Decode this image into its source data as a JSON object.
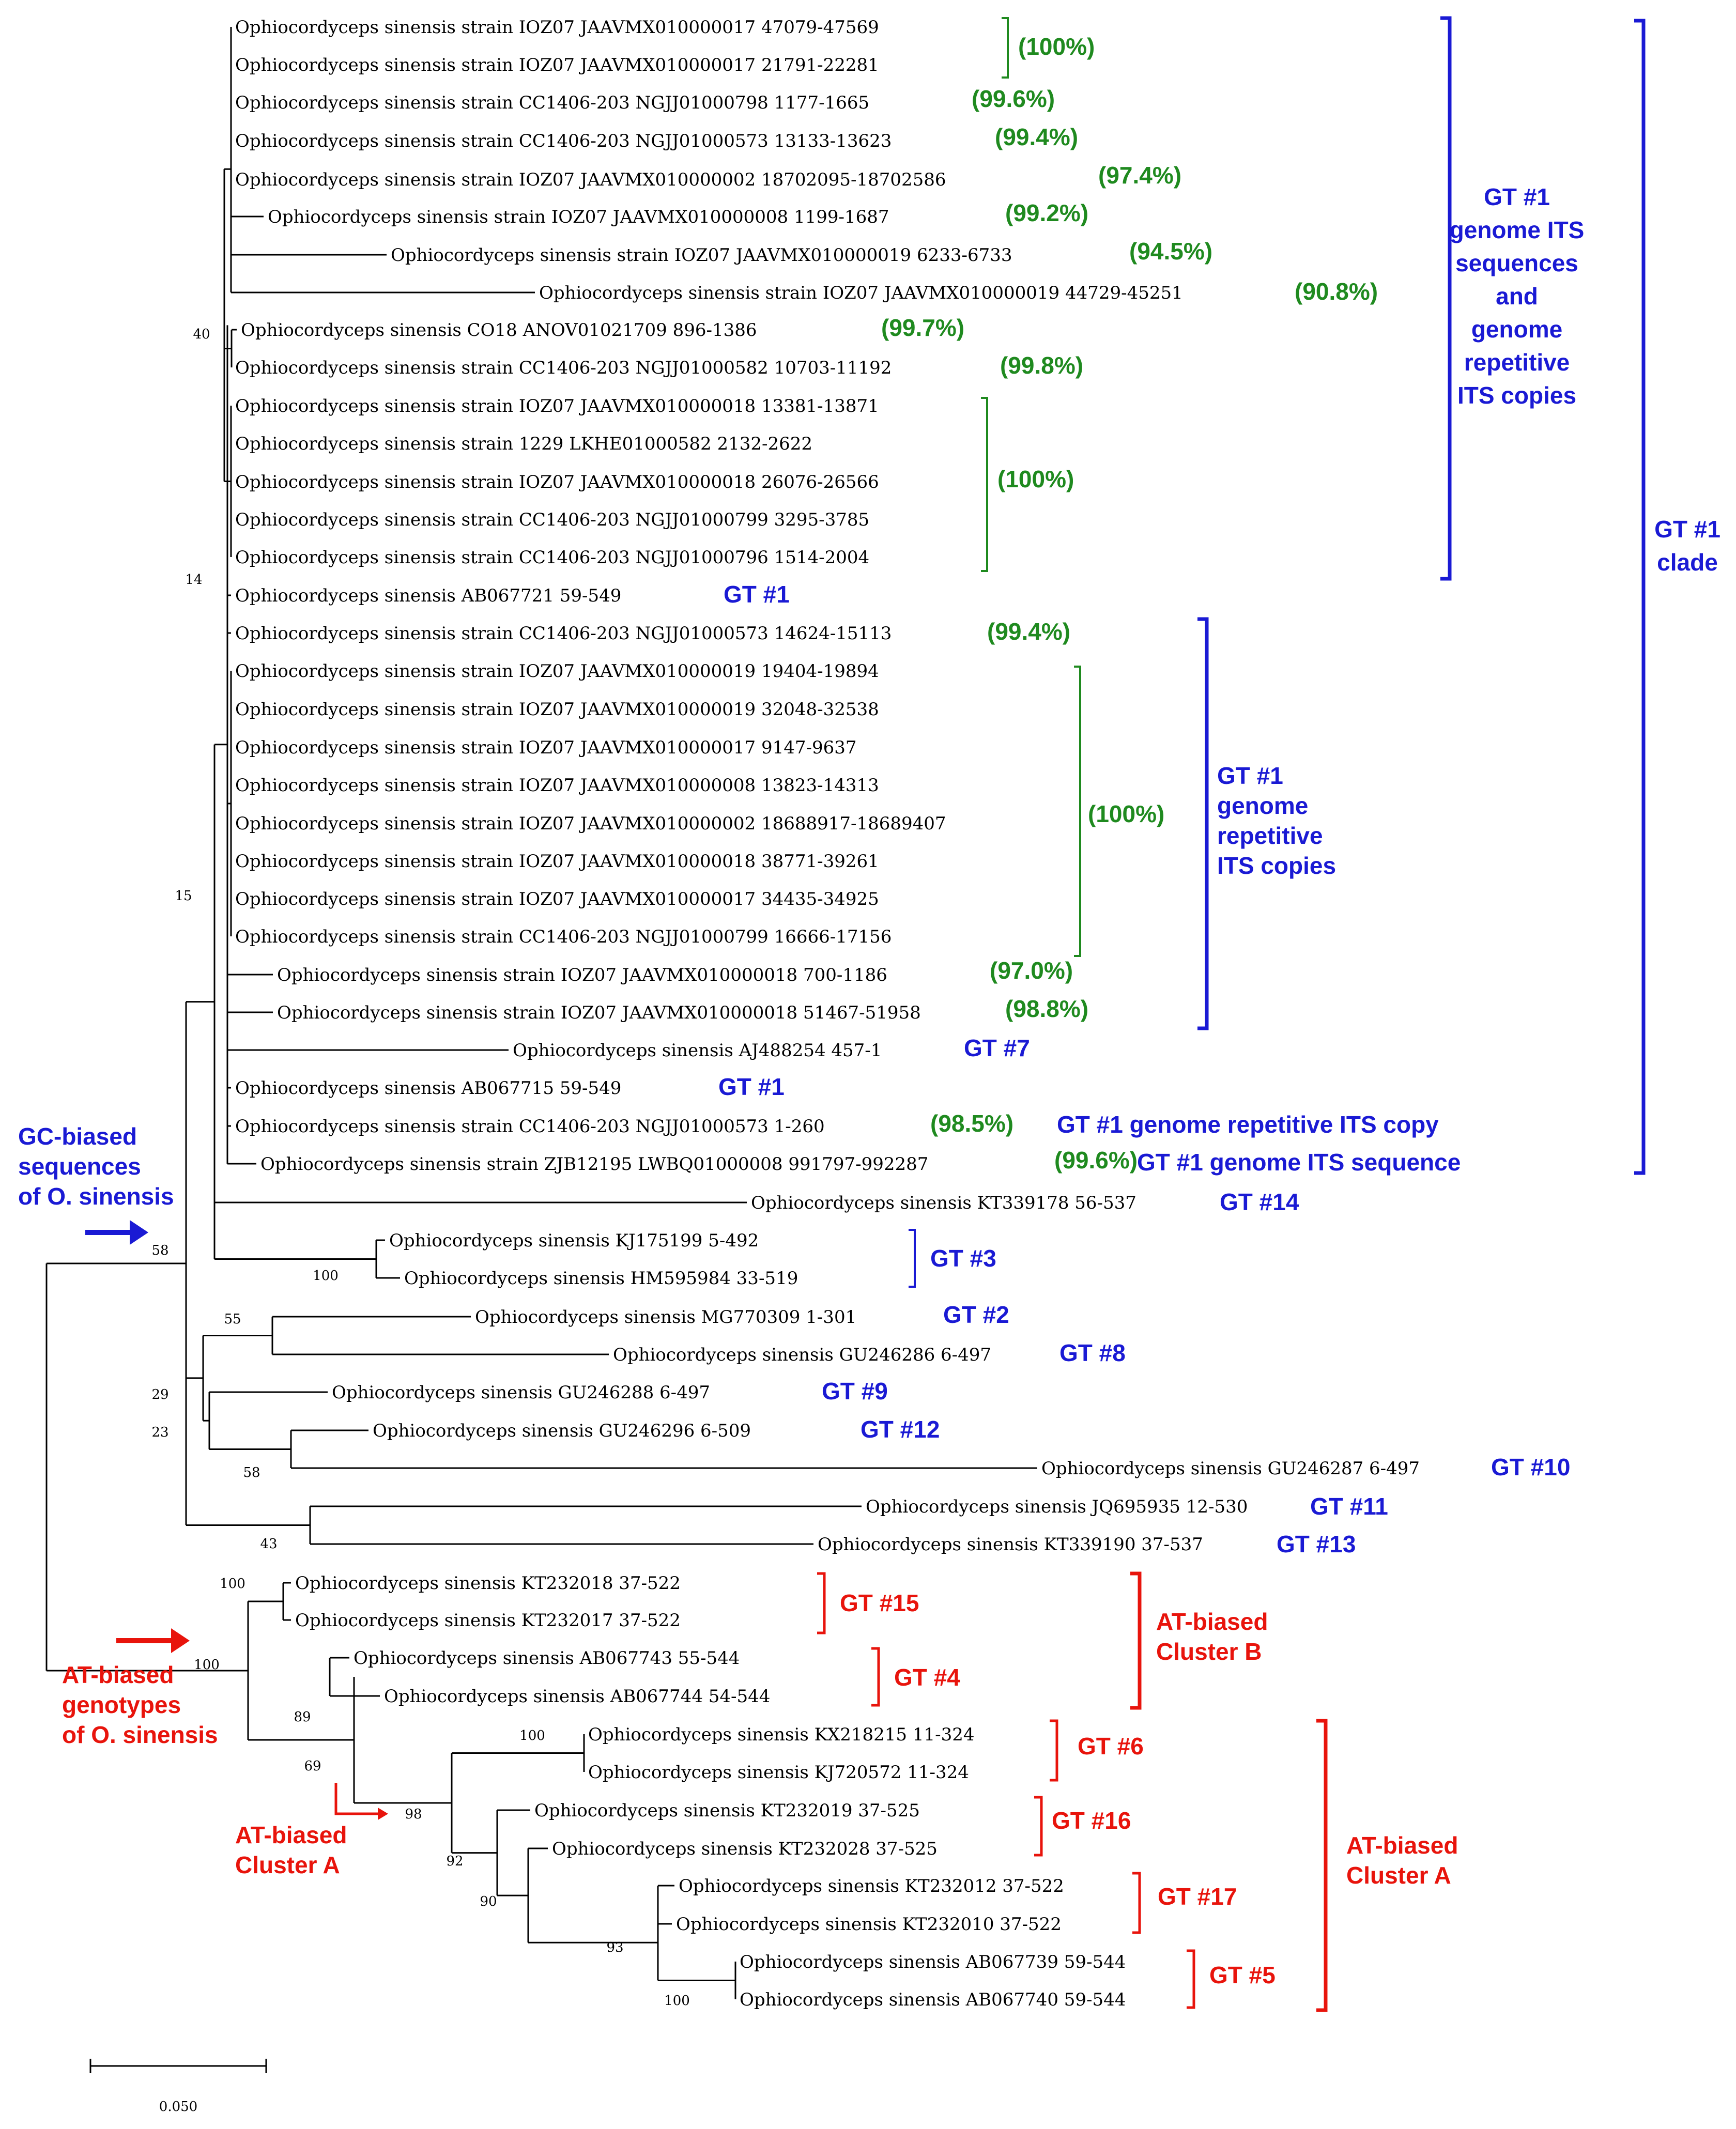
{
  "taxa": [
    "Ophiocordyceps sinensis strain IOZ07 JAAVMX010000017 47079-47569",
    "Ophiocordyceps sinensis strain IOZ07 JAAVMX010000017 21791-22281",
    "Ophiocordyceps sinensis strain CC1406-203 NGJJ01000798 1177-1665",
    "Ophiocordyceps sinensis strain CC1406-203 NGJJ01000573 13133-13623",
    "Ophiocordyceps sinensis strain IOZ07 JAAVMX010000002 18702095-18702586",
    "Ophiocordyceps sinensis strain IOZ07 JAAVMX010000008 1199-1687",
    "Ophiocordyceps sinensis strain IOZ07 JAAVMX010000019 6233-6733",
    "Ophiocordyceps sinensis strain IOZ07 JAAVMX010000019 44729-45251",
    "Ophiocordyceps sinensis CO18 ANOV01021709 896-1386",
    "Ophiocordyceps sinensis strain CC1406-203 NGJJ01000582 10703-11192",
    "Ophiocordyceps sinensis strain IOZ07 JAAVMX010000018 13381-13871",
    "Ophiocordyceps sinensis strain 1229 LKHE01000582 2132-2622",
    "Ophiocordyceps sinensis strain IOZ07 JAAVMX010000018 26076-26566",
    "Ophiocordyceps sinensis strain CC1406-203 NGJJ01000799 3295-3785",
    "Ophiocordyceps sinensis strain CC1406-203 NGJJ01000796 1514-2004",
    "Ophiocordyceps sinensis AB067721 59-549",
    "Ophiocordyceps sinensis strain CC1406-203 NGJJ01000573 14624-15113",
    "Ophiocordyceps sinensis strain IOZ07 JAAVMX010000019 19404-19894",
    "Ophiocordyceps sinensis strain IOZ07 JAAVMX010000019 32048-32538",
    "Ophiocordyceps sinensis strain IOZ07 JAAVMX010000017 9147-9637",
    "Ophiocordyceps sinensis strain IOZ07 JAAVMX010000008 13823-14313",
    "Ophiocordyceps sinensis strain IOZ07 JAAVMX010000002 18688917-18689407",
    "Ophiocordyceps sinensis strain IOZ07 JAAVMX010000018 38771-39261",
    "Ophiocordyceps sinensis strain IOZ07 JAAVMX010000017 34435-34925",
    "Ophiocordyceps sinensis strain CC1406-203 NGJJ01000799 16666-17156",
    "Ophiocordyceps sinensis strain IOZ07 JAAVMX010000018 700-1186",
    "Ophiocordyceps sinensis strain IOZ07 JAAVMX010000018 51467-51958",
    "Ophiocordyceps sinensis AJ488254 457-1",
    "Ophiocordyceps sinensis AB067715 59-549",
    "Ophiocordyceps sinensis strain CC1406-203 NGJJ01000573 1-260",
    "Ophiocordyceps sinensis strain ZJB12195 LWBQ01000008 991797-992287",
    "Ophiocordyceps sinensis KT339178 56-537",
    "Ophiocordyceps sinensis KJ175199 5-492",
    "Ophiocordyceps sinensis HM595984 33-519",
    "Ophiocordyceps sinensis MG770309 1-301",
    "Ophiocordyceps sinensis GU246286 6-497",
    "Ophiocordyceps sinensis GU246288 6-497",
    "Ophiocordyceps sinensis GU246296 6-509",
    "Ophiocordyceps sinensis GU246287 6-497",
    "Ophiocordyceps sinensis JQ695935 12-530",
    "Ophiocordyceps sinensis KT339190 37-537",
    "Ophiocordyceps sinensis KT232018 37-522",
    "Ophiocordyceps sinensis KT232017 37-522",
    "Ophiocordyceps sinensis AB067743 55-544",
    "Ophiocordyceps sinensis AB067744 54-544",
    "Ophiocordyceps sinensis KX218215 11-324",
    "Ophiocordyceps sinensis KJ720572 11-324",
    "Ophiocordyceps sinensis KT232019 37-525",
    "Ophiocordyceps sinensis KT232028 37-525",
    "Ophiocordyceps sinensis KT232012 37-522",
    "Ophiocordyceps sinensis KT232010 37-522",
    "Ophiocordyceps sinensis AB067739 59-544",
    "Ophiocordyceps sinensis AB067740 59-544"
  ],
  "bootstrap": [
    "40",
    "14",
    "15",
    "58",
    "100",
    "55",
    "29",
    "23",
    "58",
    "43",
    "100",
    "100",
    "89",
    "69",
    "100",
    "98",
    "92",
    "90",
    "93",
    "100"
  ],
  "similarity": [
    "(100%)",
    "(99.6%)",
    "(99.4%)",
    "(97.4%)",
    "(99.2%)",
    "(94.5%)",
    "(90.8%)",
    "(99.7%)",
    "(99.8%)",
    "(100%)",
    "(99.4%)",
    "(100%)",
    "(97.0%)",
    "(98.8%)",
    "(98.5%)",
    "(99.6%)"
  ],
  "genotypes": [
    "GT #1",
    "GT #7",
    "GT #1",
    "GT #1 genome repetitive ITS copy",
    "GT #1 genome ITS sequence",
    "GT #14",
    "GT #3",
    "GT #2",
    "GT #8",
    "GT #9",
    "GT #12",
    "GT #10",
    "GT #11",
    "GT #13",
    "GT #15",
    "GT #4",
    "GT #6",
    "GT #16",
    "GT #17",
    "GT #5"
  ],
  "groups": {
    "gt1_genome": [
      "GT #1",
      "genome ITS",
      "sequences",
      "and",
      "genome",
      "repetitive",
      "ITS copies"
    ],
    "gt1_clade": [
      "GT #1",
      "clade"
    ],
    "gt1_repetitive": [
      "GT #1",
      "genome",
      "repetitive",
      "ITS copies"
    ],
    "gc_biased": [
      "GC-biased",
      "sequences",
      "of O. sinensis"
    ],
    "at_biased_genotypes": [
      "AT-biased",
      "genotypes",
      "of O. sinensis"
    ],
    "at_cluster_a_inner": [
      "AT-biased",
      "Cluster A"
    ],
    "at_cluster_b": [
      "AT-biased",
      "Cluster B"
    ],
    "at_cluster_a": [
      "AT-biased",
      "Cluster A"
    ]
  },
  "scale_bar": "0.050",
  "colors": {
    "green": "#1f8a1f",
    "blue": "#1a1ad4",
    "red": "#e8140c",
    "branch": "#000000"
  }
}
